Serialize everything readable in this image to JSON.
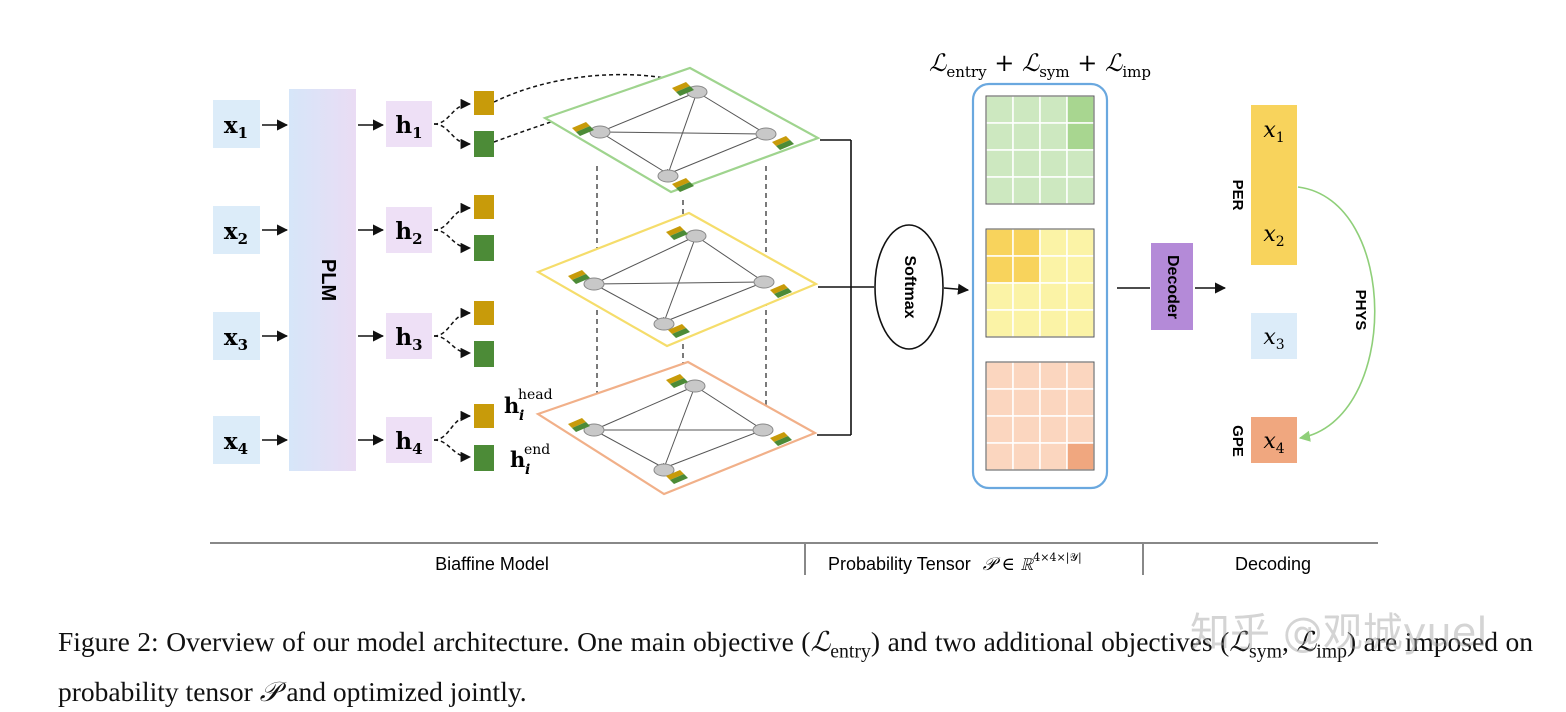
{
  "inputs": [
    {
      "var": "x",
      "sub": "1"
    },
    {
      "var": "x",
      "sub": "2"
    },
    {
      "var": "x",
      "sub": "3"
    },
    {
      "var": "x",
      "sub": "4"
    }
  ],
  "hidden": [
    {
      "var": "h",
      "sub": "1"
    },
    {
      "var": "h",
      "sub": "2"
    },
    {
      "var": "h",
      "sub": "3"
    },
    {
      "var": "h",
      "sub": "4"
    }
  ],
  "plm_label": "PLM",
  "head_label": {
    "var": "h",
    "sub": "i",
    "sup": "head"
  },
  "end_label": {
    "var": "h",
    "sub": "i",
    "sup": "end"
  },
  "softmax_label": "Softmax",
  "decoder_label": "Decoder",
  "loss": {
    "l1": "entry",
    "l2": "sym",
    "l3": "imp"
  },
  "decoding": {
    "tokens": [
      {
        "var": "x",
        "sub": "1"
      },
      {
        "var": "x",
        "sub": "2"
      },
      {
        "var": "x",
        "sub": "3"
      },
      {
        "var": "x",
        "sub": "4"
      }
    ],
    "per_label": "PER",
    "gpe_label": "GPE",
    "phys_label": "PHYS"
  },
  "sections": {
    "biaffine": "Biaffine Model",
    "probability": "Probability Tensor",
    "prob_math": "𝒫 ∈ ℝ",
    "prob_sup": "4×4×|𝒴|",
    "decoding": "Decoding"
  },
  "caption": {
    "fig": "Figure 2:",
    "part1": "Overview of our model architecture.  One main objective (",
    "l_entry": "entry",
    "part2": ") and two additional objectives (",
    "l_sym": "sym",
    "part3": ", ",
    "l_imp": "imp",
    "part4": ") are imposed on probability tensor ",
    "p": "𝒫",
    "part5": " and optimized jointly."
  },
  "watermark": "知乎 @观城yuel",
  "colors": {
    "input_bg": "#dcecf9",
    "hidden_bg": "#eee0f6",
    "head_block": "#c89b0a",
    "end_block": "#4c8b37",
    "green_layer": "#9fd48e",
    "yellow_layer": "#f5dd6b",
    "orange_layer": "#f1b089",
    "tensor_border": "#6aa8df",
    "decoder_bg": "#b48ad8",
    "per_bg": "#f8d35c",
    "gpe_bg": "#f0a77f",
    "phys_arrow": "#8fcf79"
  }
}
